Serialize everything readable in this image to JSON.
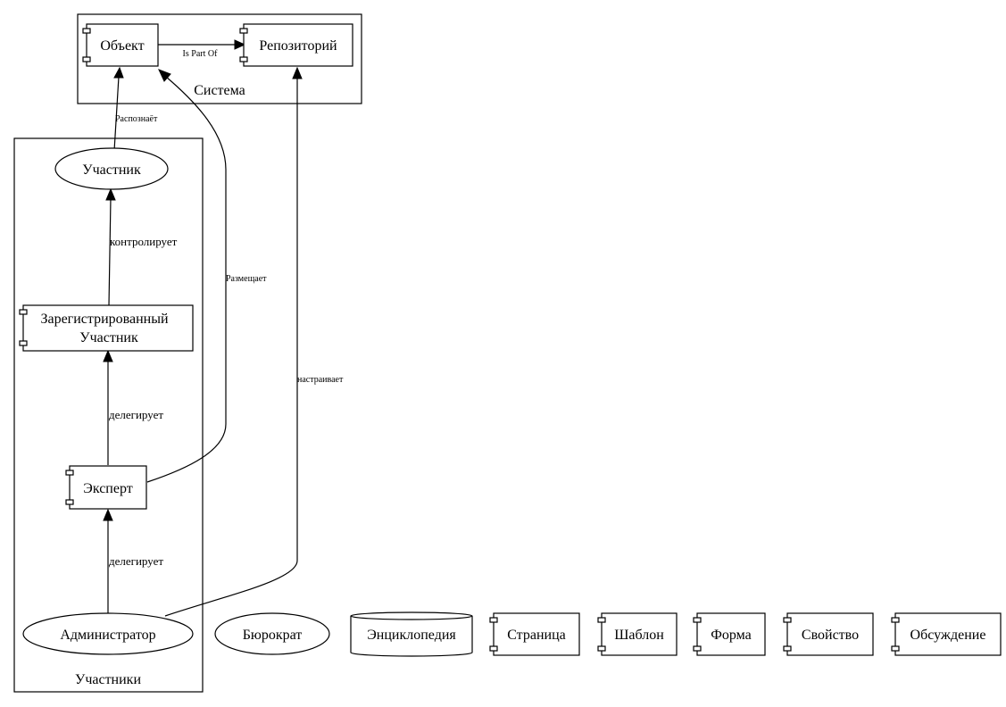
{
  "clusters": {
    "system": {
      "label": "Система"
    },
    "participants": {
      "label": "Участники"
    }
  },
  "nodes": {
    "object": {
      "label": "Объект",
      "shape": "component"
    },
    "repository": {
      "label": "Репозиторий",
      "shape": "component"
    },
    "participant": {
      "label": "Участник",
      "shape": "ellipse"
    },
    "registered": {
      "label_line1": "Зарегистрированный",
      "label_line2": "Участник",
      "shape": "component"
    },
    "expert": {
      "label": "Эксперт",
      "shape": "component"
    },
    "admin": {
      "label": "Администратор",
      "shape": "ellipse"
    },
    "bureaucrat": {
      "label": "Бюрократ",
      "shape": "ellipse"
    },
    "encyclopedia": {
      "label": "Энциклопедия",
      "shape": "cylinder"
    },
    "page": {
      "label": "Страница",
      "shape": "component"
    },
    "template": {
      "label": "Шаблон",
      "shape": "component"
    },
    "form": {
      "label": "Форма",
      "shape": "component"
    },
    "property": {
      "label": "Свойство",
      "shape": "component"
    },
    "discussion": {
      "label": "Обсуждение",
      "shape": "component"
    }
  },
  "edges": {
    "is_part_of": {
      "from": "Объект",
      "to": "Репозиторий",
      "label": "Is Part Of"
    },
    "recognizes": {
      "from": "Участник",
      "to": "Объект",
      "label": "Распознаёт"
    },
    "controls": {
      "from": "Зарегистрированный Участник",
      "to": "Участник",
      "label": "контролирует"
    },
    "delegates_1": {
      "from": "Эксперт",
      "to": "Зарегистрированный Участник",
      "label": "делегирует"
    },
    "delegates_2": {
      "from": "Администратор",
      "to": "Эксперт",
      "label": "делегирует"
    },
    "places": {
      "from": "Эксперт",
      "to": "Объект",
      "label": "Размещает"
    },
    "configures": {
      "from": "Администратор",
      "to": "Репозиторий",
      "label": "настраивает"
    }
  }
}
